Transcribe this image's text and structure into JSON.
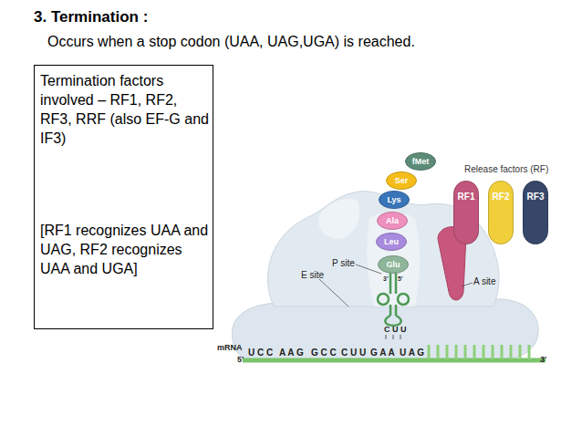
{
  "diagram": {
    "title": "3. Termination :",
    "nodes": [
      {
        "text": [
          "Termination factors involved – RF1, RF2, RF3, RRF (also EF-G and IF3)",
          "[RF1 recognizes UAA and UAG, RF2 recognizes UAA and UGA]"
        ]
      },
      {
        "text": [
          "fMet"
        ]
      },
      {
        "text": [
          "Ser"
        ]
      },
      {
        "text": [
          "Lys"
        ]
      },
      {
        "text": [
          "Ala"
        ]
      },
      {
        "text": [
          "Leu"
        ]
      },
      {
        "text": [
          "Glu"
        ]
      },
      {
        "text": [
          "RF1"
        ]
      },
      {
        "text": [
          "RF2"
        ]
      },
      {
        "text": [
          "RF3"
        ]
      }
    ],
    "labels": [
      "Occurs when a stop codon (UAA, UAG,UGA) is reached.",
      "Release factors (RF)",
      "P site",
      "E site",
      "A site",
      "3'",
      "5'",
      "C U U",
      "mRNA",
      "5'",
      "U C C",
      "A A G",
      "G C C",
      "C U U",
      "G A A",
      "U A G",
      "3'"
    ]
  }
}
